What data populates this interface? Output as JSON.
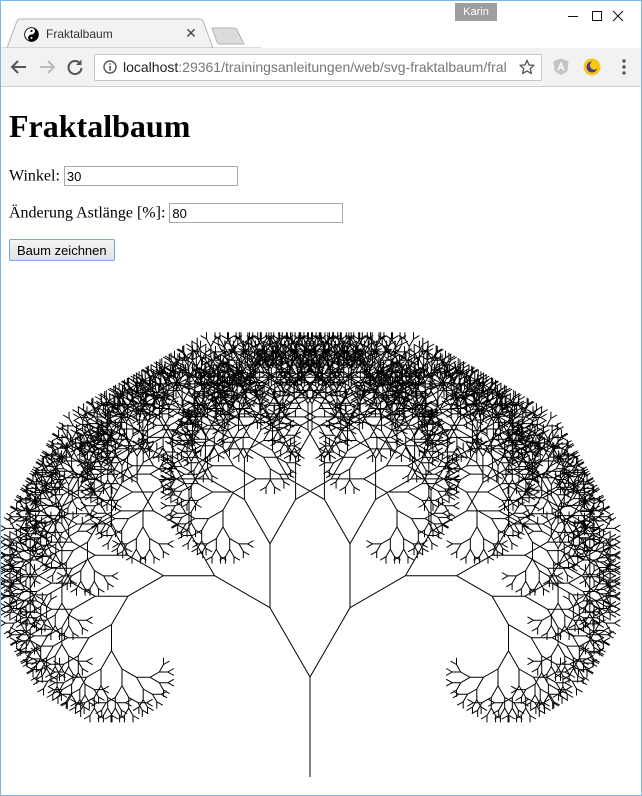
{
  "browser": {
    "profile_name": "Karin",
    "tab": {
      "title": "Fraktalbaum",
      "favicon": "yin-yang-icon"
    },
    "address": {
      "host": "localhost",
      "path": ":29361/trainingsanleitungen/web/svg-fraktalbaum/fral"
    },
    "icons": [
      "back-arrow-icon",
      "forward-arrow-icon",
      "reload-icon",
      "info-icon",
      "star-icon",
      "angular-extension-icon",
      "moon-extension-icon",
      "menu-dots-icon"
    ],
    "colors": {
      "frame_border": "#7fb7e6",
      "toolbar": "#f2f2f2",
      "badge": "#9e9e9e"
    }
  },
  "page": {
    "title": "Fraktalbaum",
    "angle_label": "Winkel:",
    "angle_value": "30",
    "ratio_label": "Änderung Astlänge [%]:",
    "ratio_value": "80",
    "draw_button": "Baum zeichnen"
  },
  "tree": {
    "angle_deg": 30,
    "length_ratio_percent": 80,
    "stroke_color": "#000000"
  }
}
